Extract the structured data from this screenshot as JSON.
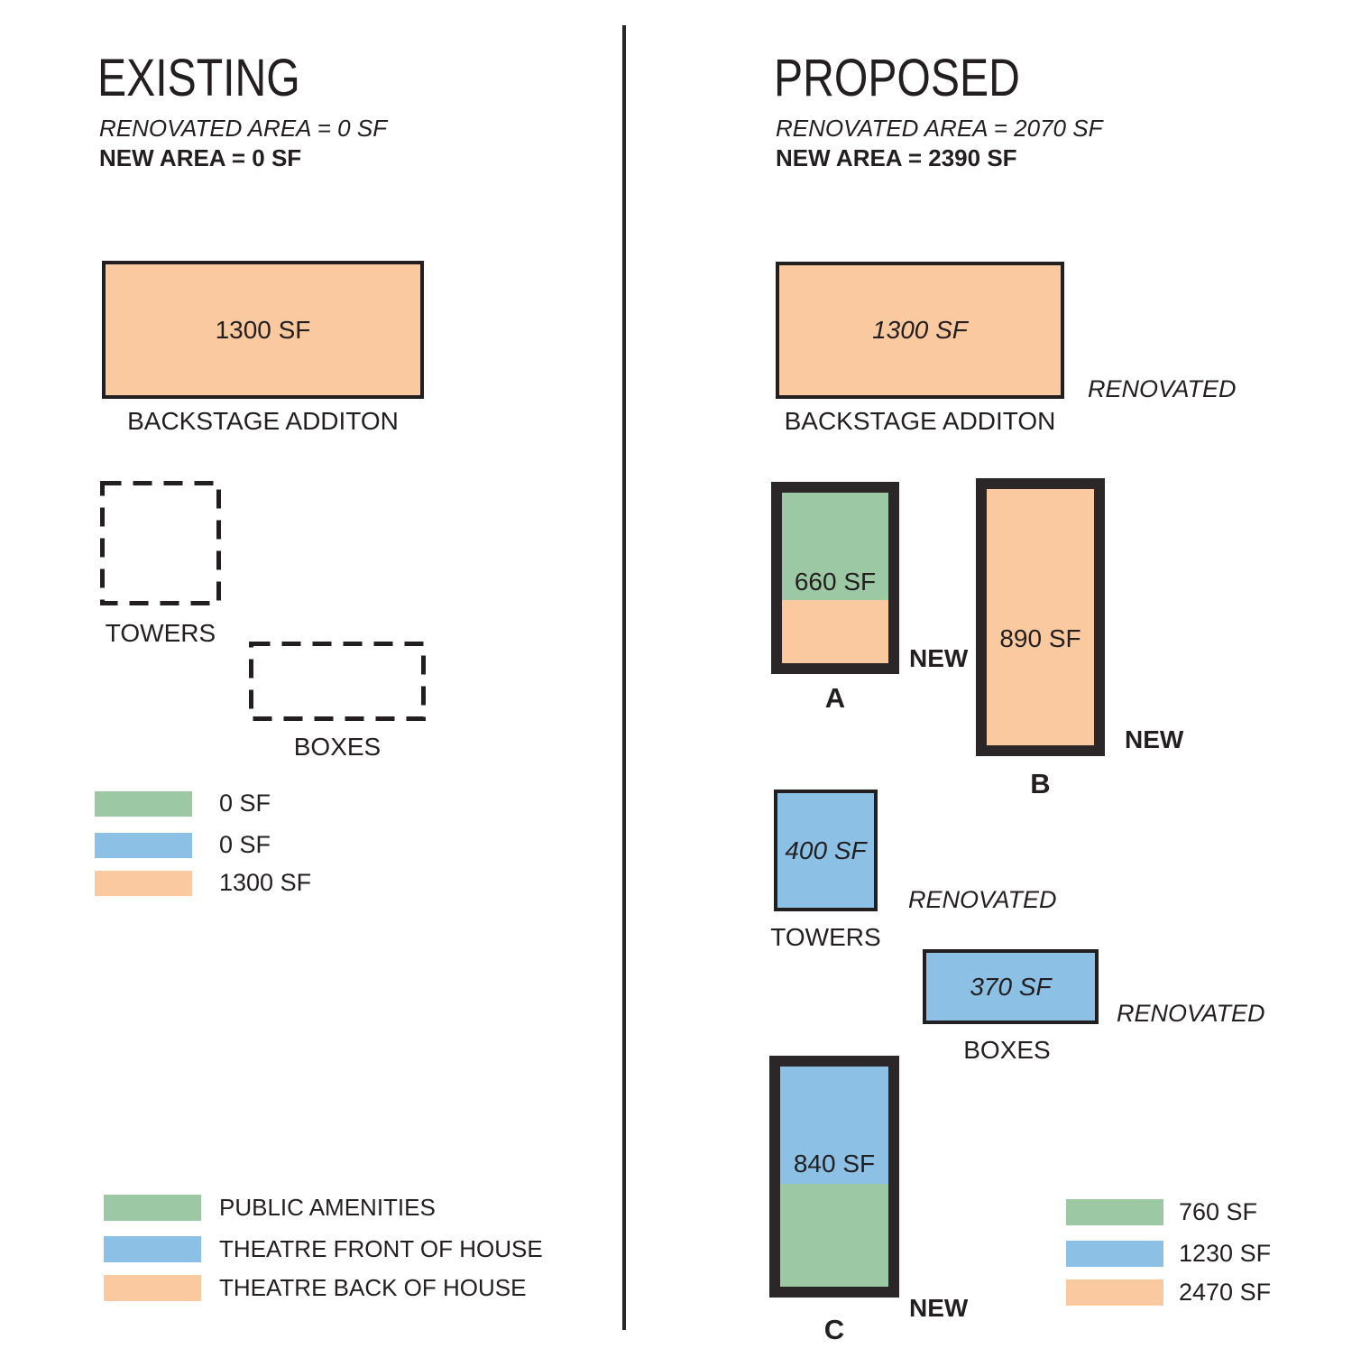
{
  "colors": {
    "green": "#9cc8a4",
    "blue": "#8cc1e5",
    "orange": "#fbc9a0",
    "outline": "#231f20"
  },
  "existing": {
    "title": "EXISTING",
    "renovated_area": "RENOVATED AREA = 0 SF",
    "new_area": "NEW AREA = 0 SF",
    "backstage": {
      "value": "1300 SF",
      "label": "BACKSTAGE ADDITON"
    },
    "towers": {
      "label": "TOWERS"
    },
    "boxes": {
      "label": "BOXES"
    },
    "legend": [
      {
        "color": "green",
        "value": "0 SF"
      },
      {
        "color": "blue",
        "value": "0 SF"
      },
      {
        "color": "orange",
        "value": "1300 SF"
      }
    ]
  },
  "proposed": {
    "title": "PROPOSED",
    "renovated_area": "RENOVATED AREA = 2070 SF",
    "new_area": "NEW AREA = 2390 SF",
    "backstage": {
      "value": "1300 SF",
      "label": "BACKSTAGE ADDITON",
      "status": "RENOVATED"
    },
    "block_a": {
      "value": "660 SF",
      "status": "NEW",
      "label": "A"
    },
    "block_b": {
      "value": "890 SF",
      "status": "NEW",
      "label": "B"
    },
    "towers": {
      "value": "400 SF",
      "status": "RENOVATED",
      "label": "TOWERS"
    },
    "boxes": {
      "value": "370 SF",
      "status": "RENOVATED",
      "label": "BOXES"
    },
    "block_c": {
      "value": "840 SF",
      "status": "NEW",
      "label": "C"
    },
    "legend": [
      {
        "color": "green",
        "value": "760 SF"
      },
      {
        "color": "blue",
        "value": "1230 SF"
      },
      {
        "color": "orange",
        "value": "2470 SF"
      }
    ]
  },
  "category_legend": [
    {
      "color": "green",
      "label": "PUBLIC AMENITIES"
    },
    {
      "color": "blue",
      "label": "THEATRE FRONT OF HOUSE"
    },
    {
      "color": "orange",
      "label": "THEATRE BACK OF HOUSE"
    }
  ]
}
